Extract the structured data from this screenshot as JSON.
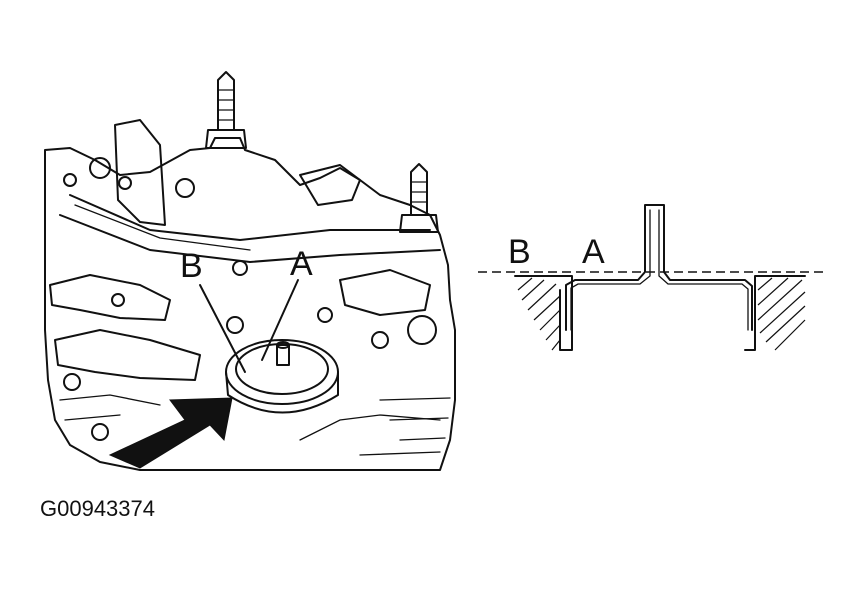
{
  "labels": {
    "left_b": "B",
    "left_a": "A",
    "right_b": "B",
    "right_a": "A",
    "figure_code": "G00943374"
  },
  "colors": {
    "ink": "#111111",
    "background": "#ffffff"
  }
}
